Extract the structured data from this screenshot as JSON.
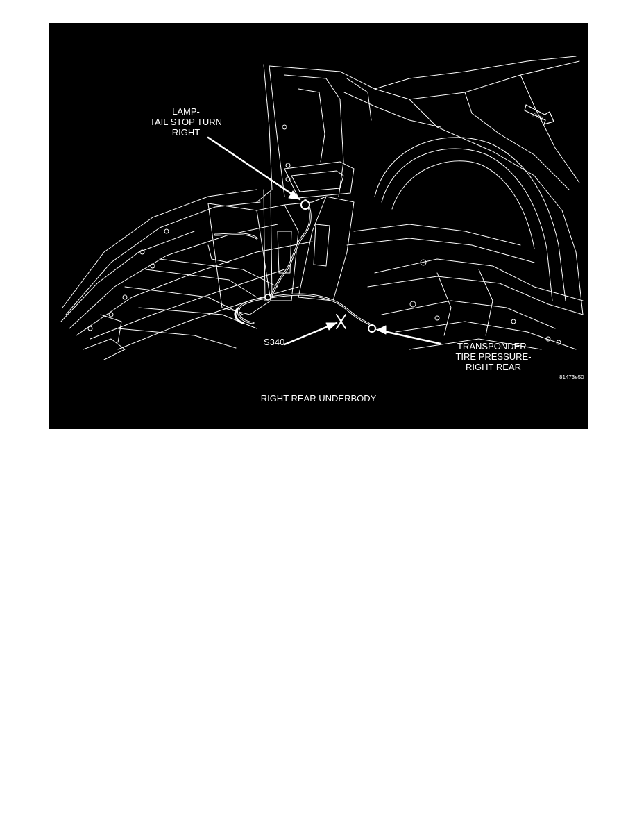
{
  "diagram": {
    "callouts": {
      "lamp": [
        "LAMP-",
        "TAIL STOP TURN",
        "RIGHT"
      ],
      "splice": "S340",
      "transponder": [
        "TRANSPONDER-",
        "TIRE PRESSURE-",
        "RIGHT REAR"
      ]
    },
    "direction_badge": "FWD",
    "figure_id": "81473e50",
    "caption": "RIGHT REAR UNDERBODY"
  },
  "colors": {
    "background": "#000000",
    "linework": "#ffffff",
    "page": "#ffffff"
  }
}
